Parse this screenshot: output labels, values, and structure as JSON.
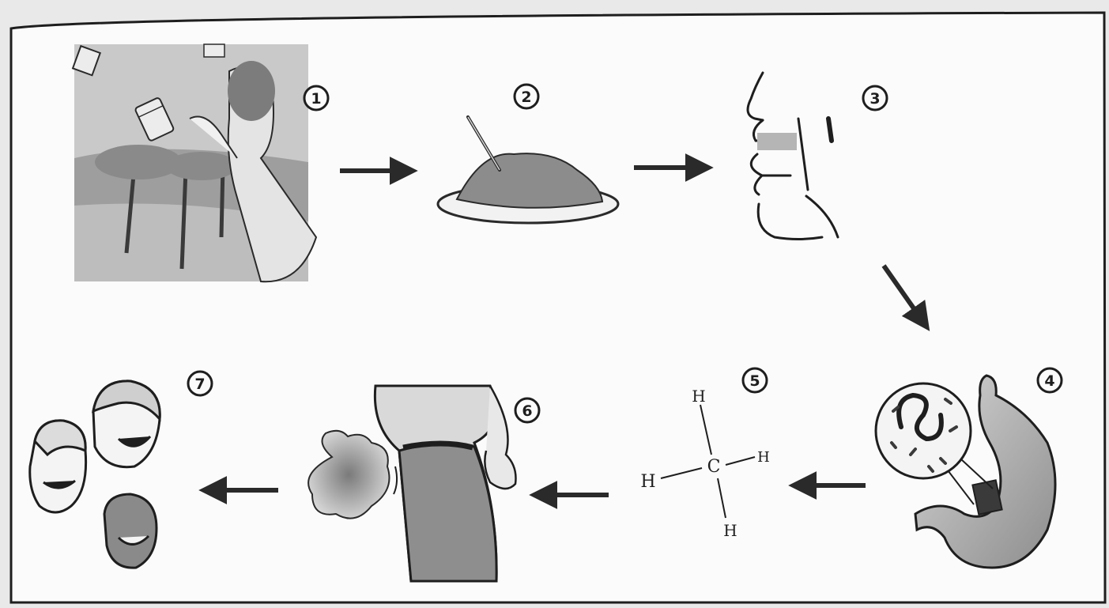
{
  "steps": [
    {
      "number": "1",
      "picture": "person-eating-beans-icon"
    },
    {
      "number": "2",
      "picture": "plate-of-food-icon"
    },
    {
      "number": "3",
      "picture": "mouth-eating-icon"
    },
    {
      "number": "4",
      "picture": "stomach-bacteria-icon"
    },
    {
      "number": "5",
      "picture": "methane-molecule-icon"
    },
    {
      "number": "6",
      "picture": "person-passing-gas-icon"
    },
    {
      "number": "7",
      "picture": "laughing-faces-icon"
    }
  ],
  "molecule": {
    "center": "C",
    "top": "H",
    "bottom": "H",
    "left": "H",
    "right": "H"
  },
  "colors": {
    "background": "#e9e9e9",
    "panel": "#fbfbfb",
    "ink": "#1e1e1e",
    "arrow": "#2a2a2a"
  }
}
